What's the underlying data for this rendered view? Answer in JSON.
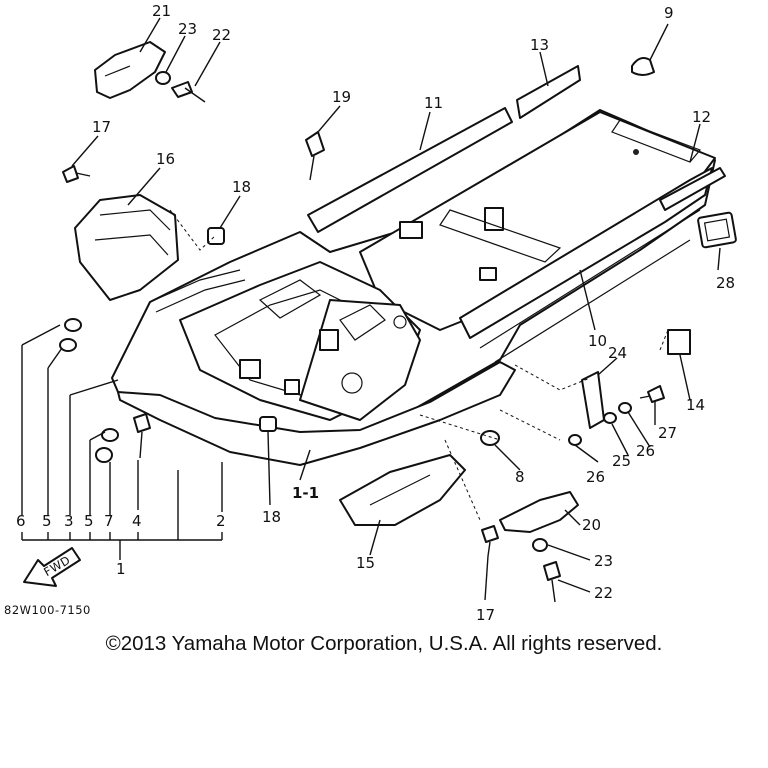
{
  "diagram": {
    "callouts": {
      "c21": "21",
      "c23a": "23",
      "c22a": "22",
      "c9": "9",
      "c13": "13",
      "c19": "19",
      "c11": "11",
      "c12": "12",
      "c17a": "17",
      "c16": "16",
      "c18a": "18",
      "c28": "28",
      "c10": "10",
      "c24": "24",
      "c14": "14",
      "c27": "27",
      "c25": "25",
      "c26a": "26",
      "c26b": "26",
      "c8": "8",
      "c1_1": "1-1",
      "c18b": "18",
      "c20": "20",
      "c15": "15",
      "c23b": "23",
      "c22b": "22",
      "c17b": "17",
      "b6": "6",
      "b5a": "5",
      "b3": "3",
      "b5b": "5",
      "b7": "7",
      "b4": "4",
      "b2": "2",
      "b1": "1"
    },
    "fwd_label": "FWD",
    "ref_code": "82W100-7150"
  },
  "footer": {
    "copyright": "©2013 Yamaha Motor Corporation, U.S.A. All rights reserved."
  }
}
